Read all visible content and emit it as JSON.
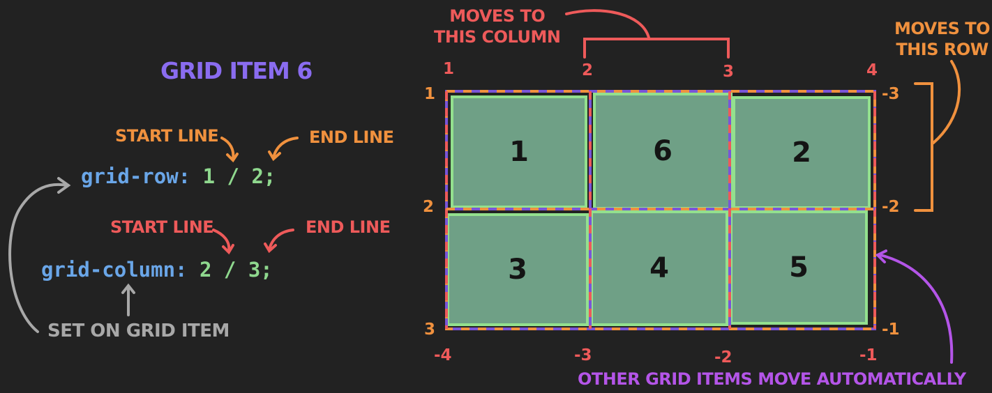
{
  "title": "GRID ITEM 6",
  "code": {
    "row_prop": "grid-row:",
    "row_value": "1 / 2;",
    "col_prop": "grid-column:",
    "col_value": "2 / 3;"
  },
  "labels": {
    "row_start": "START LINE",
    "row_end": "END LINE",
    "col_start": "START LINE",
    "col_end": "END LINE",
    "set_on": "SET ON GRID ITEM",
    "moves_column": [
      "MOVES TO",
      "THIS COLUMN"
    ],
    "moves_row": [
      "MOVES TO",
      "THIS ROW"
    ],
    "other_items": "OTHER GRID ITEMS MOVE AUTOMATICALLY"
  },
  "grid": {
    "cells": [
      "1",
      "6",
      "2",
      "3",
      "4",
      "5"
    ],
    "column_lines_top": [
      "1",
      "2",
      "3",
      "4"
    ],
    "column_lines_bottom": [
      "-4",
      "-3",
      "-2",
      "-1"
    ],
    "row_lines_left": [
      "1",
      "2",
      "3"
    ],
    "row_lines_right": [
      "-3",
      "-2",
      "-1"
    ]
  },
  "colors": {
    "background": "#222222",
    "purple_title": "#8a6cf0",
    "orange": "#f0913e",
    "red": "#ee5a5a",
    "purple": "#b455e8",
    "gray": "#a8a8a8",
    "cell_fill": "#6fa086",
    "cell_border": "#93e08e"
  }
}
